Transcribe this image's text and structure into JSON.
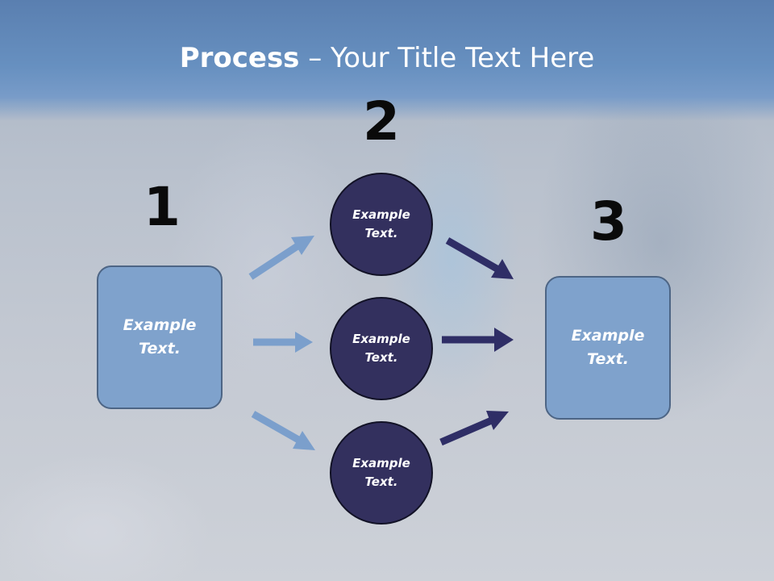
{
  "slide": {
    "title_bold": "Process",
    "title_rest": " – Your Title Text Here"
  },
  "steps": [
    {
      "number": "1",
      "text": "Example Text."
    },
    {
      "number": "2",
      "text": "Example Text."
    },
    {
      "number": "3",
      "text": "Example Text."
    }
  ],
  "circles": [
    {
      "text": "Example Text."
    },
    {
      "text": "Example Text."
    },
    {
      "text": "Example Text."
    }
  ],
  "colors": {
    "header": "#5f87b8",
    "box_fill": "#7fa2cc",
    "circle_fill": "#33305e",
    "arrow_light": "#7b9fcc",
    "arrow_dark": "#2f2e66"
  }
}
